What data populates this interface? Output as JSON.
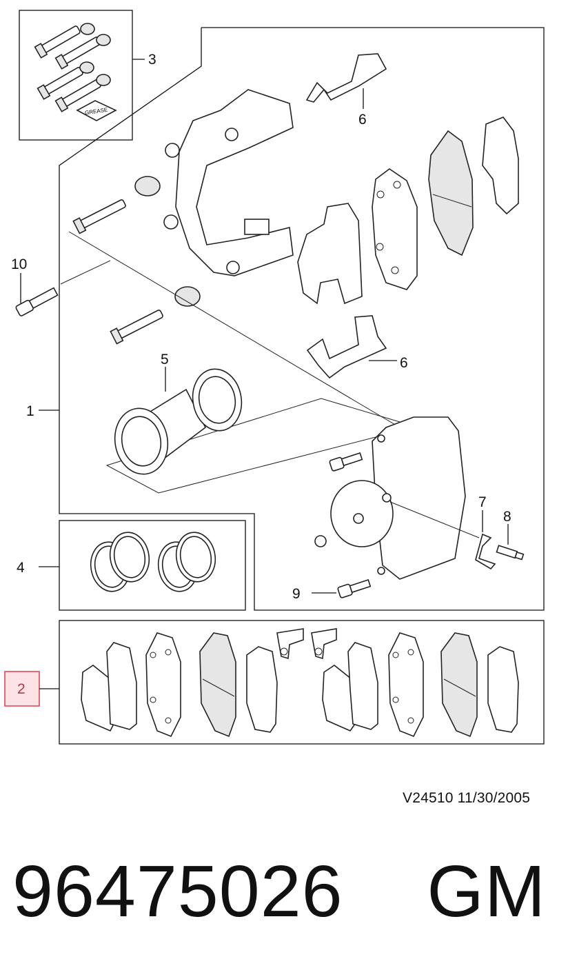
{
  "callouts": {
    "c1": "1",
    "c2": "2",
    "c3": "3",
    "c4": "4",
    "c5": "5",
    "c6a": "6",
    "c6b": "6",
    "c7": "7",
    "c8": "8",
    "c9": "9",
    "c10": "10",
    "grease": "GREASE"
  },
  "colors": {
    "highlight_fill": "#fde3e6",
    "highlight_stroke": "#e04a5a",
    "line": "#111111"
  },
  "footer": {
    "doc_code": "V24510  11/30/2005",
    "part_number": "96475026    GM"
  }
}
